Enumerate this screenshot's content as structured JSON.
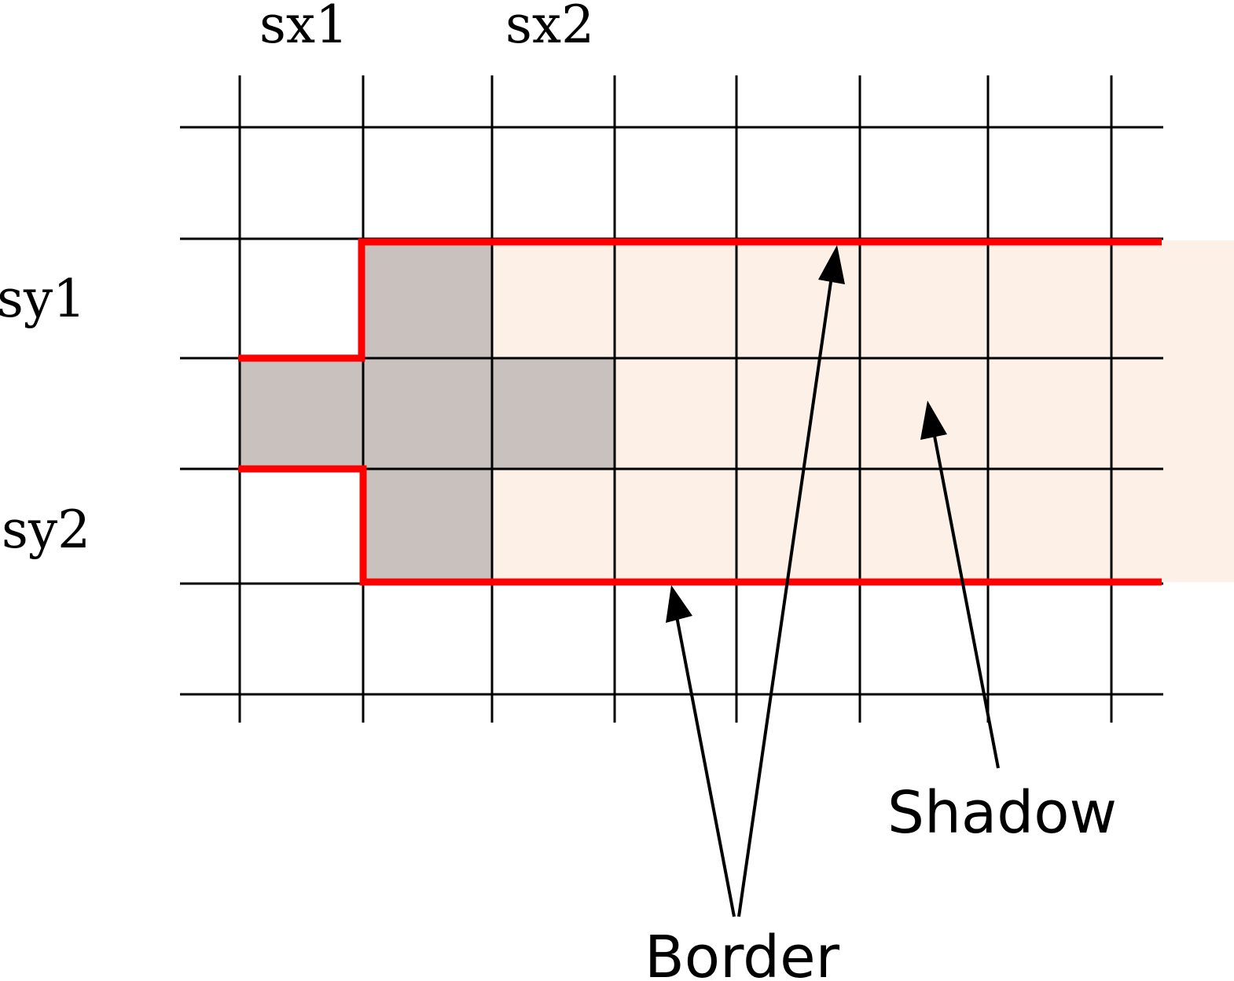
{
  "labels": {
    "sx1": "sx1",
    "sx2": "sx2",
    "sy1": "sy1",
    "sy2": "sy2",
    "border": "Border",
    "shadow": "Shadow"
  },
  "colors": {
    "grid": "#000000",
    "border": "#ff0000",
    "occupied_cells": "#c8c1be",
    "shadow_region": "#fdf1e7",
    "background": "#ffffff"
  }
}
